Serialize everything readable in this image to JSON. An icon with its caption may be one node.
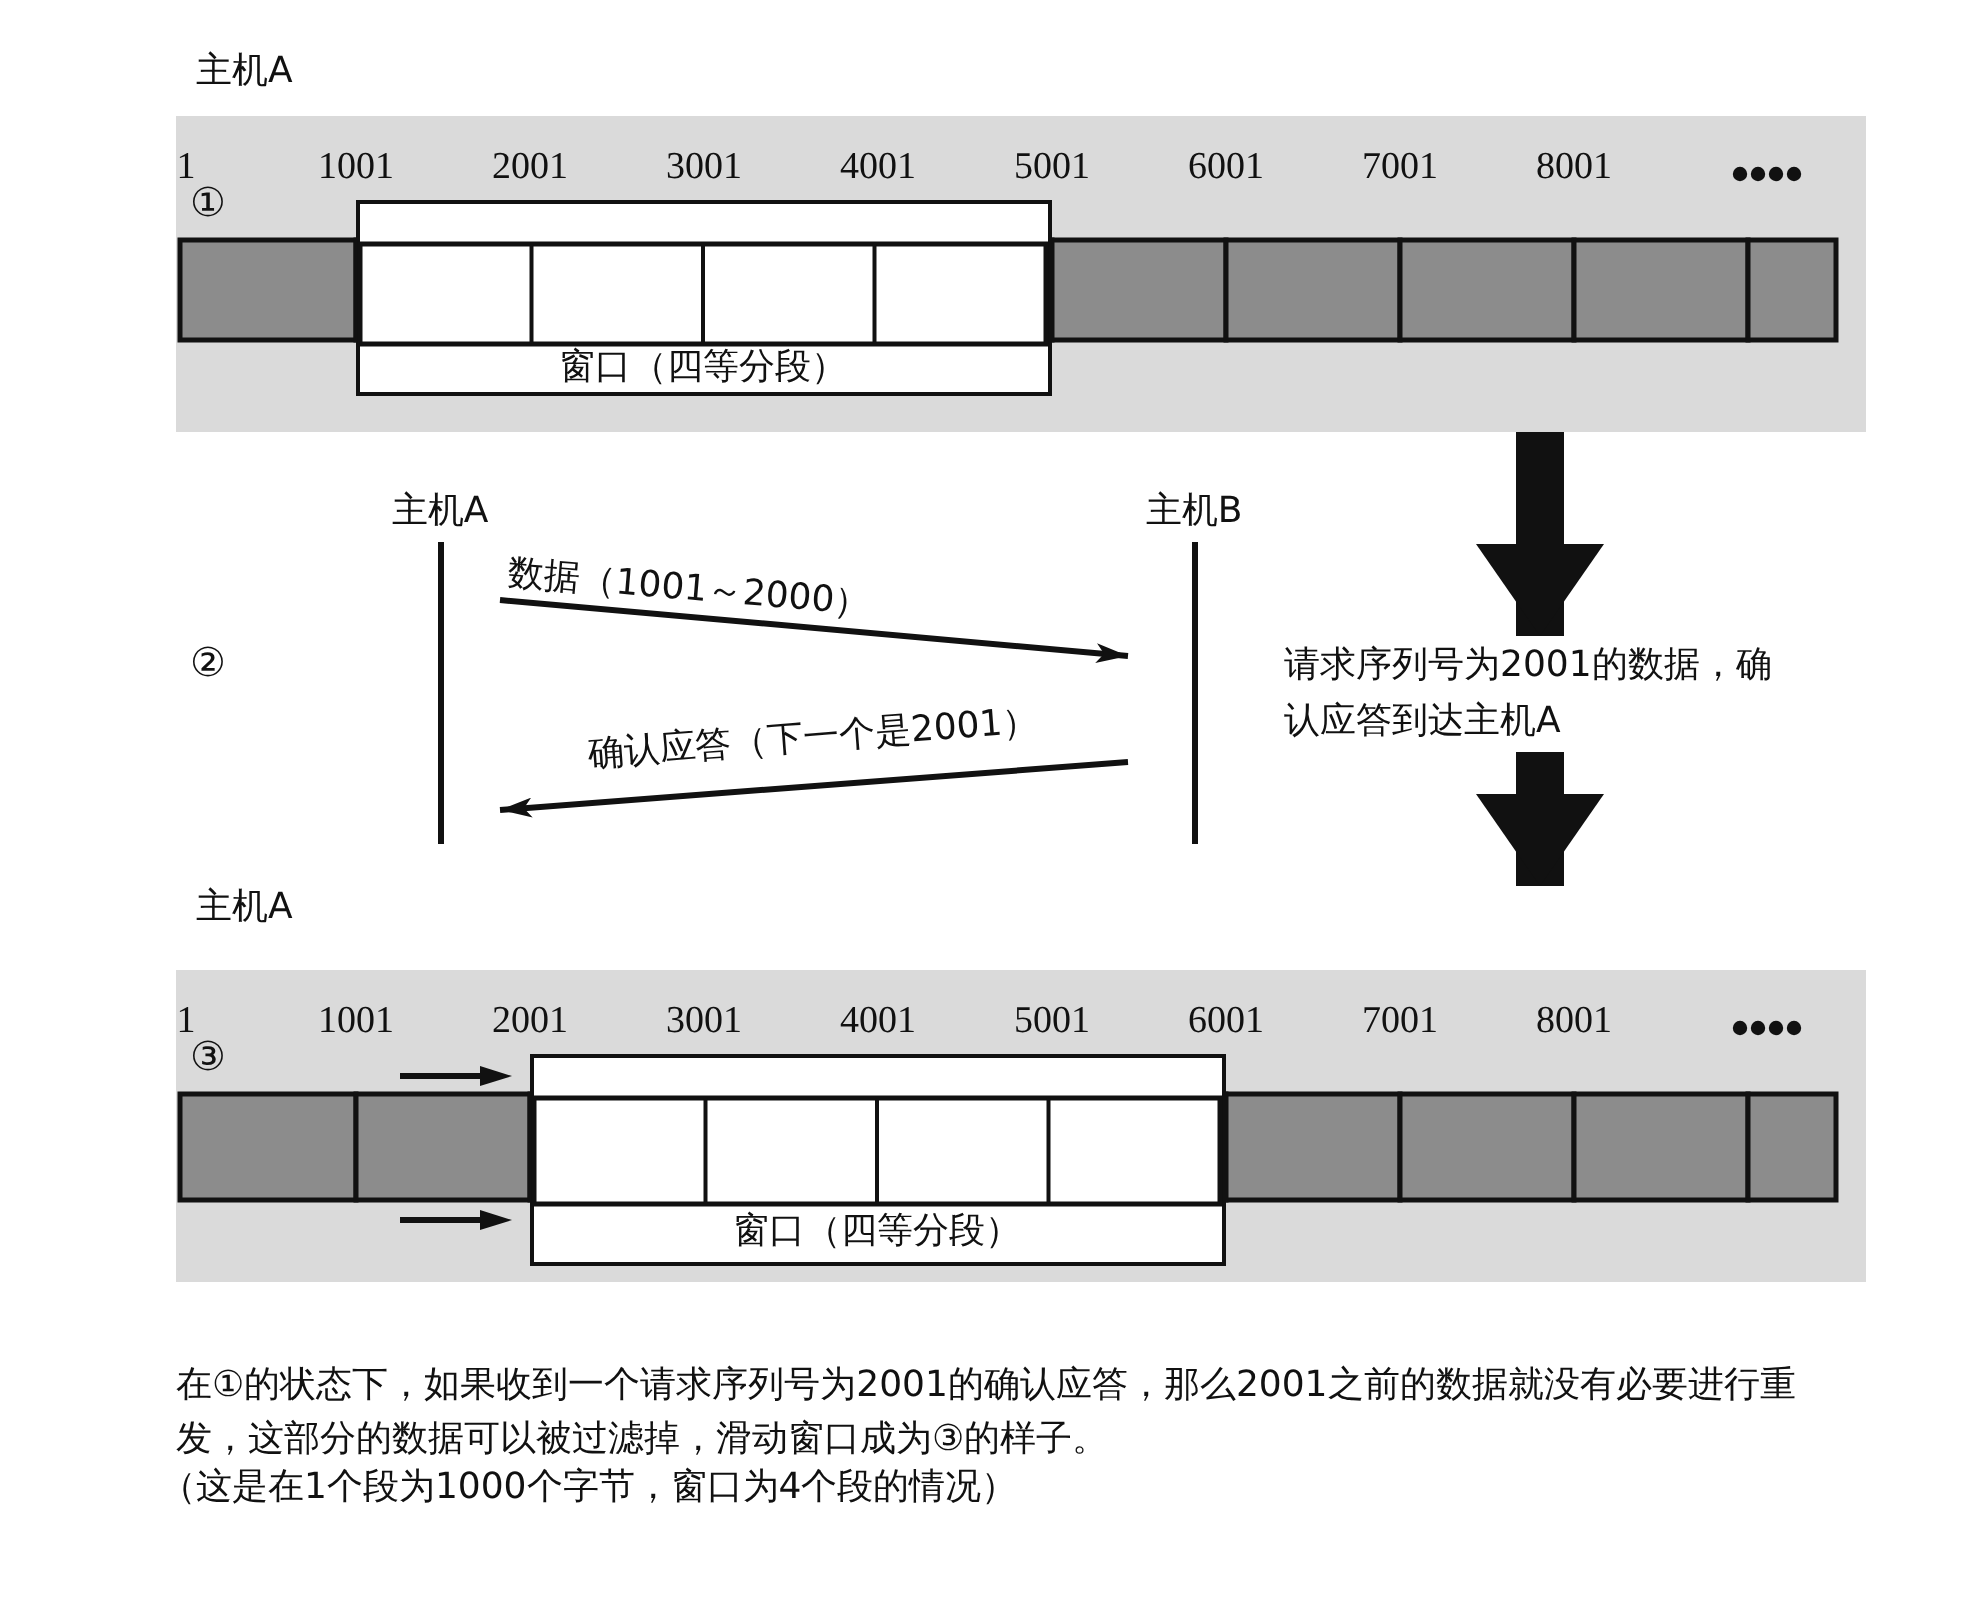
{
  "diagram": {
    "caption": "在①的状态下，如果收到一个请求序列号为2001的确认应答，那么2001之前的数据就没有必要进行重发，这部分的数据可以被过滤掉，滑动窗口成为③的样子。",
    "nodes": [
      {
        "text": [
          "主机A"
        ]
      },
      {
        "text": [
          "窗口（四等分段）"
        ],
        "in": 0
      },
      {
        "text": [
          "主机A"
        ]
      },
      {
        "text": [
          "主机B"
        ]
      },
      {
        "text": [
          "请求序列号为2001的数据，确认应答到达主机A"
        ]
      },
      {
        "text": [
          "主机A"
        ]
      },
      {
        "text": [
          "窗口（四等分段）"
        ],
        "in": 5
      }
    ],
    "edges": [
      {
        "from": 2,
        "to": 3,
        "arrow": "to",
        "label": "数据（1001～2000）"
      },
      {
        "from": 3,
        "to": 2,
        "arrow": "to",
        "label": "确认应答（下一个是2001）"
      },
      {
        "from": 0,
        "to": 4,
        "arrow": "to",
        "style": "thick"
      },
      {
        "from": 4,
        "to": 5,
        "arrow": "to",
        "style": "thick"
      }
    ],
    "labels": [
      "①",
      "1",
      "1001",
      "2001",
      "3001",
      "4001",
      "5001",
      "6001",
      "7001",
      "8001",
      "②",
      "③",
      "1",
      "1001",
      "2001",
      "3001",
      "4001",
      "5001",
      "6001",
      "7001",
      "8001",
      "（这是在1个段为1000个字节，窗口为4个段的情况）"
    ]
  }
}
